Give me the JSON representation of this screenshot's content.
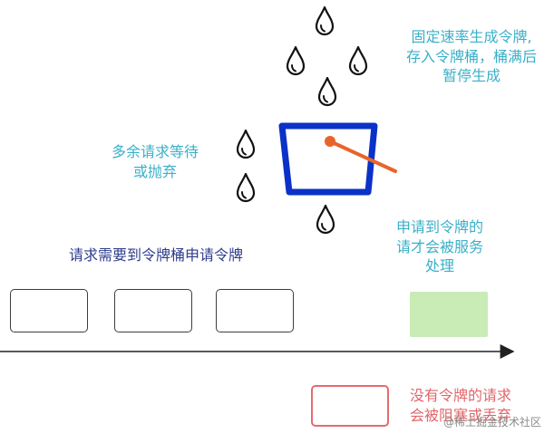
{
  "labels": {
    "rate": [
      "固定速率生成令牌,",
      "存入令牌桶，桶满后",
      "暂停生成"
    ],
    "excess": [
      "多余请求等待",
      "或抛弃"
    ],
    "need": "请求需要到令牌桶申请令牌",
    "served": [
      "申请到令牌的",
      "请才会被服务",
      "处理"
    ],
    "legend": [
      "没有令牌的请求",
      "会被阻塞或丢弃"
    ]
  },
  "watermark": "@稀土掘金技术社区",
  "colors": {
    "bucket": "#0a32c8",
    "lever": "#e8642b",
    "annotation": "#3ab0c8",
    "request_text": "#2f3d8c",
    "legend": "#e56b6f",
    "served_fill": "#c9ebb6"
  },
  "icons": [
    "token-drop-icon",
    "bucket-icon",
    "lever-icon",
    "arrow-icon"
  ]
}
